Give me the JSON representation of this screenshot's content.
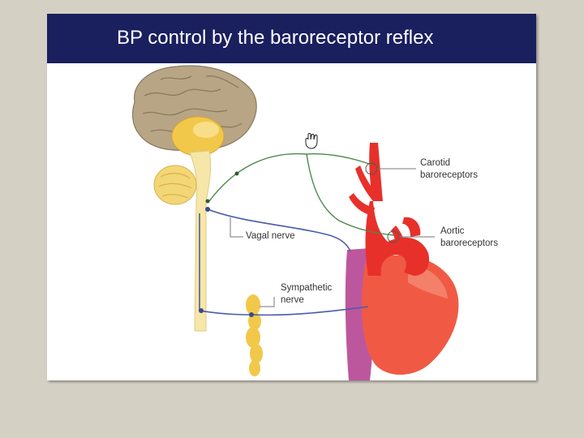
{
  "slide": {
    "title": "BP control by the baroreceptor reflex"
  },
  "labels": {
    "carotid": [
      "Carotid",
      "baroreceptors"
    ],
    "aortic": [
      "Aortic",
      "baroreceptors"
    ],
    "vagal": "Vagal nerve",
    "sympathetic": [
      "Sympathetic",
      "nerve"
    ]
  },
  "colors": {
    "title_bar": "#1a1f5e",
    "background": "#d4d0c4",
    "brain_cortex": "#b8a586",
    "brain_core": "#f2c84a",
    "spinal_cord": "#f6e7a8",
    "heart": "#f05a44",
    "aorta": "#e8302a",
    "vena_cava": "#b23a8c",
    "afferent_nerve": "#4a8a4a",
    "efferent_nerve": "#4a5aa8"
  },
  "icons": {
    "cursor": "hand-pointer-icon"
  }
}
